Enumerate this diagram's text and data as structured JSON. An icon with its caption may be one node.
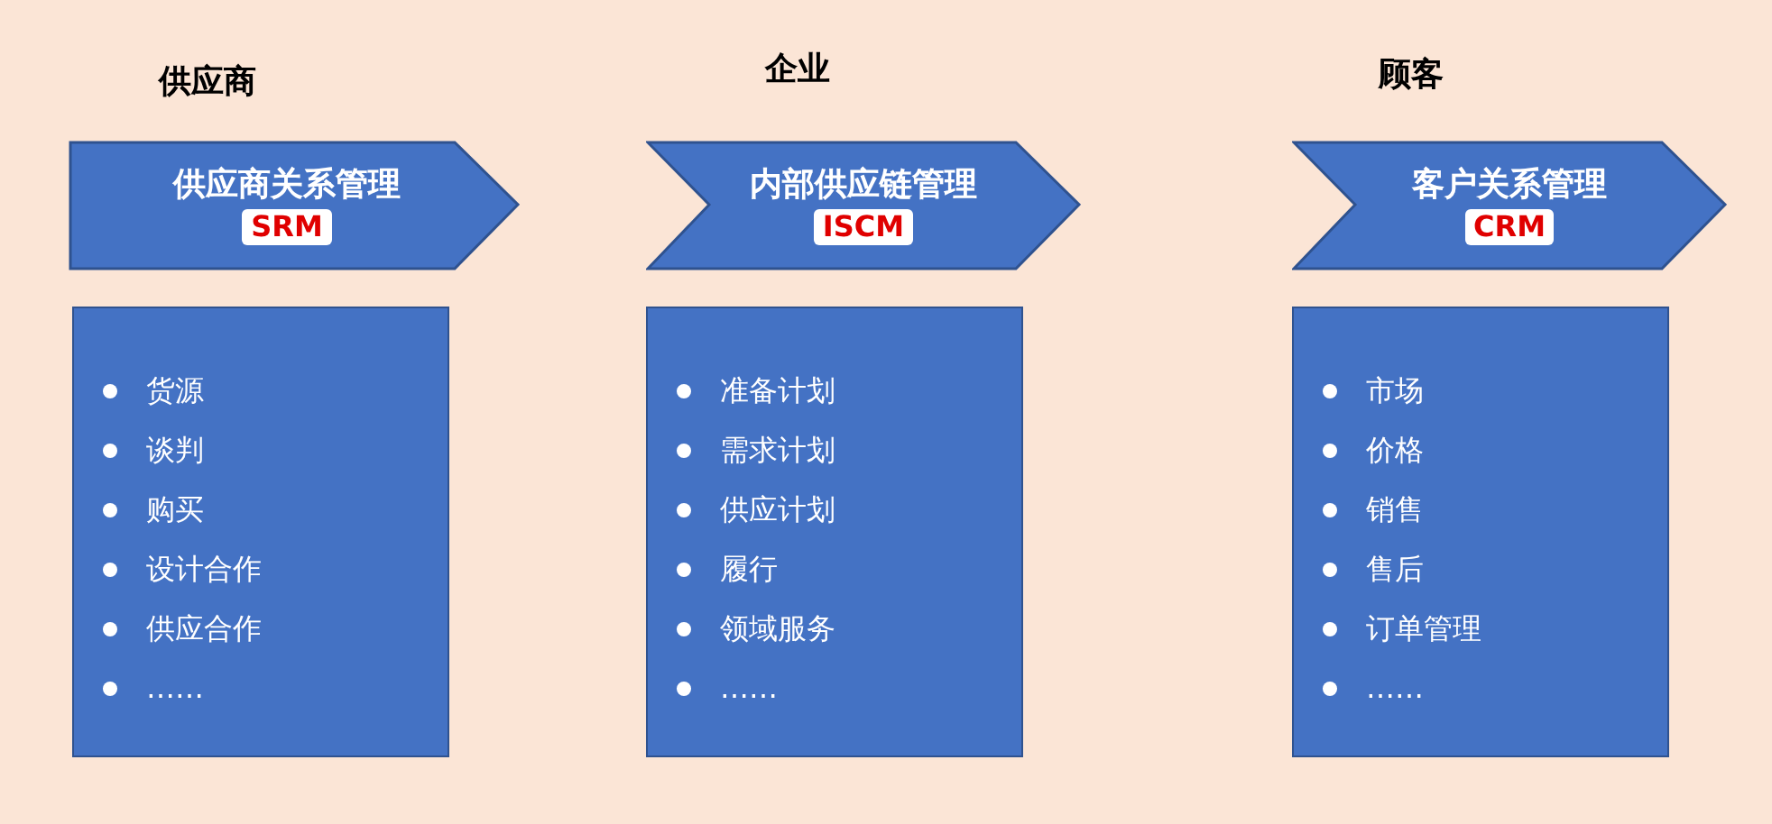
{
  "diagram": {
    "nodes": [
      {
        "text": [
          "供应商关系管理",
          "SRM"
        ]
      },
      {
        "text": [
          "货源",
          "谈判",
          "购买",
          "设计合作",
          "供应合作",
          "……"
        ]
      },
      {
        "text": [
          "内部供应链管理",
          "ISCM"
        ]
      },
      {
        "text": [
          "准备计划",
          "需求计划",
          "供应计划",
          "履行",
          "领域服务",
          "……"
        ]
      },
      {
        "text": [
          "客户关系管理",
          "CRM"
        ]
      },
      {
        "text": [
          "市场",
          "价格",
          "销售",
          "售后",
          "订单管理",
          "……"
        ]
      }
    ],
    "labels": [
      "供应商",
      "企业",
      "顾客"
    ]
  }
}
